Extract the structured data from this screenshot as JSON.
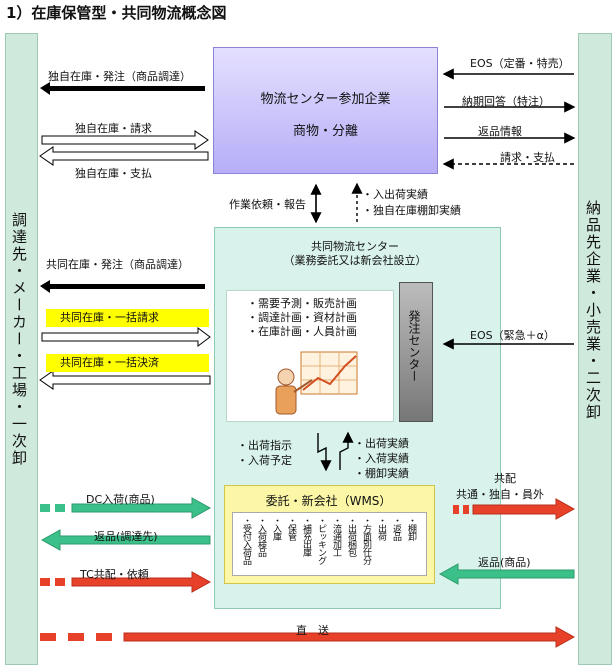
{
  "title": "1）在庫保管型・共同物流概念図",
  "left_party": "調達先・メーカー・工場・一次卸",
  "right_party": "納品先企業・小売業・二次卸",
  "partner": {
    "line1": "物流センター参加企業",
    "line2": "商物・分離"
  },
  "center": {
    "line1": "共同物流センター",
    "line2": "（業務委託又は新会社設立）"
  },
  "plan_lines": [
    "・需要予測・販売計画",
    "・調達計画・資材計画",
    "・在庫計画・人員計画"
  ],
  "order_center": "発注センター",
  "wms": {
    "title": "委託・新会社（WMS）",
    "columns": [
      "・受付入荷品",
      "・入荷検品",
      "・入庫",
      "・保管",
      "・補充出庫",
      "・ピッキング",
      "・流通加工",
      "・出荷梱包",
      "・方面別仕分",
      "・出荷",
      "・返品",
      "・棚卸"
    ]
  },
  "labels": {
    "own_inv_order": "独自在庫・発注（商品調達）",
    "own_inv_bill": "独自在庫・請求",
    "own_inv_pay": "独自在庫・支払",
    "eos_regular": "EOS（定番・特売）",
    "delivery_reply": "納期回答（特注）",
    "return_info": "返品情報",
    "bill_pay": "請求・支払",
    "work_request": "作業依頼・報告",
    "io_results": "・入出荷実績",
    "own_inv_stock": "・独自在庫棚卸実績",
    "shared_inv_order": "共同在庫・発注（商品調達）",
    "shared_bulk_bill": "共同在庫・一括請求",
    "shared_bulk_settle": "共同在庫・一括決済",
    "eos_urgent": "EOS（緊急＋α）",
    "ship_inst": "・出荷指示",
    "recv_plan": "・入荷予定",
    "ship_results": "・出荷実績",
    "recv_results": "・入荷実績",
    "stock_results": "・棚卸実績",
    "joint_delivery": "共配",
    "joint_delivery_types": "共通・独自・員外",
    "dc_recv": "DC入荷(商品)",
    "return_supplier": "返品(調達先)",
    "tc_joint": "TC共配・依頼",
    "return_goods": "返品(商品)",
    "direct": "直　送"
  },
  "colors": {
    "red": "#e8412a",
    "green": "#3cc08a",
    "yellow": "#ffff00",
    "purple": "#b6aef7"
  }
}
